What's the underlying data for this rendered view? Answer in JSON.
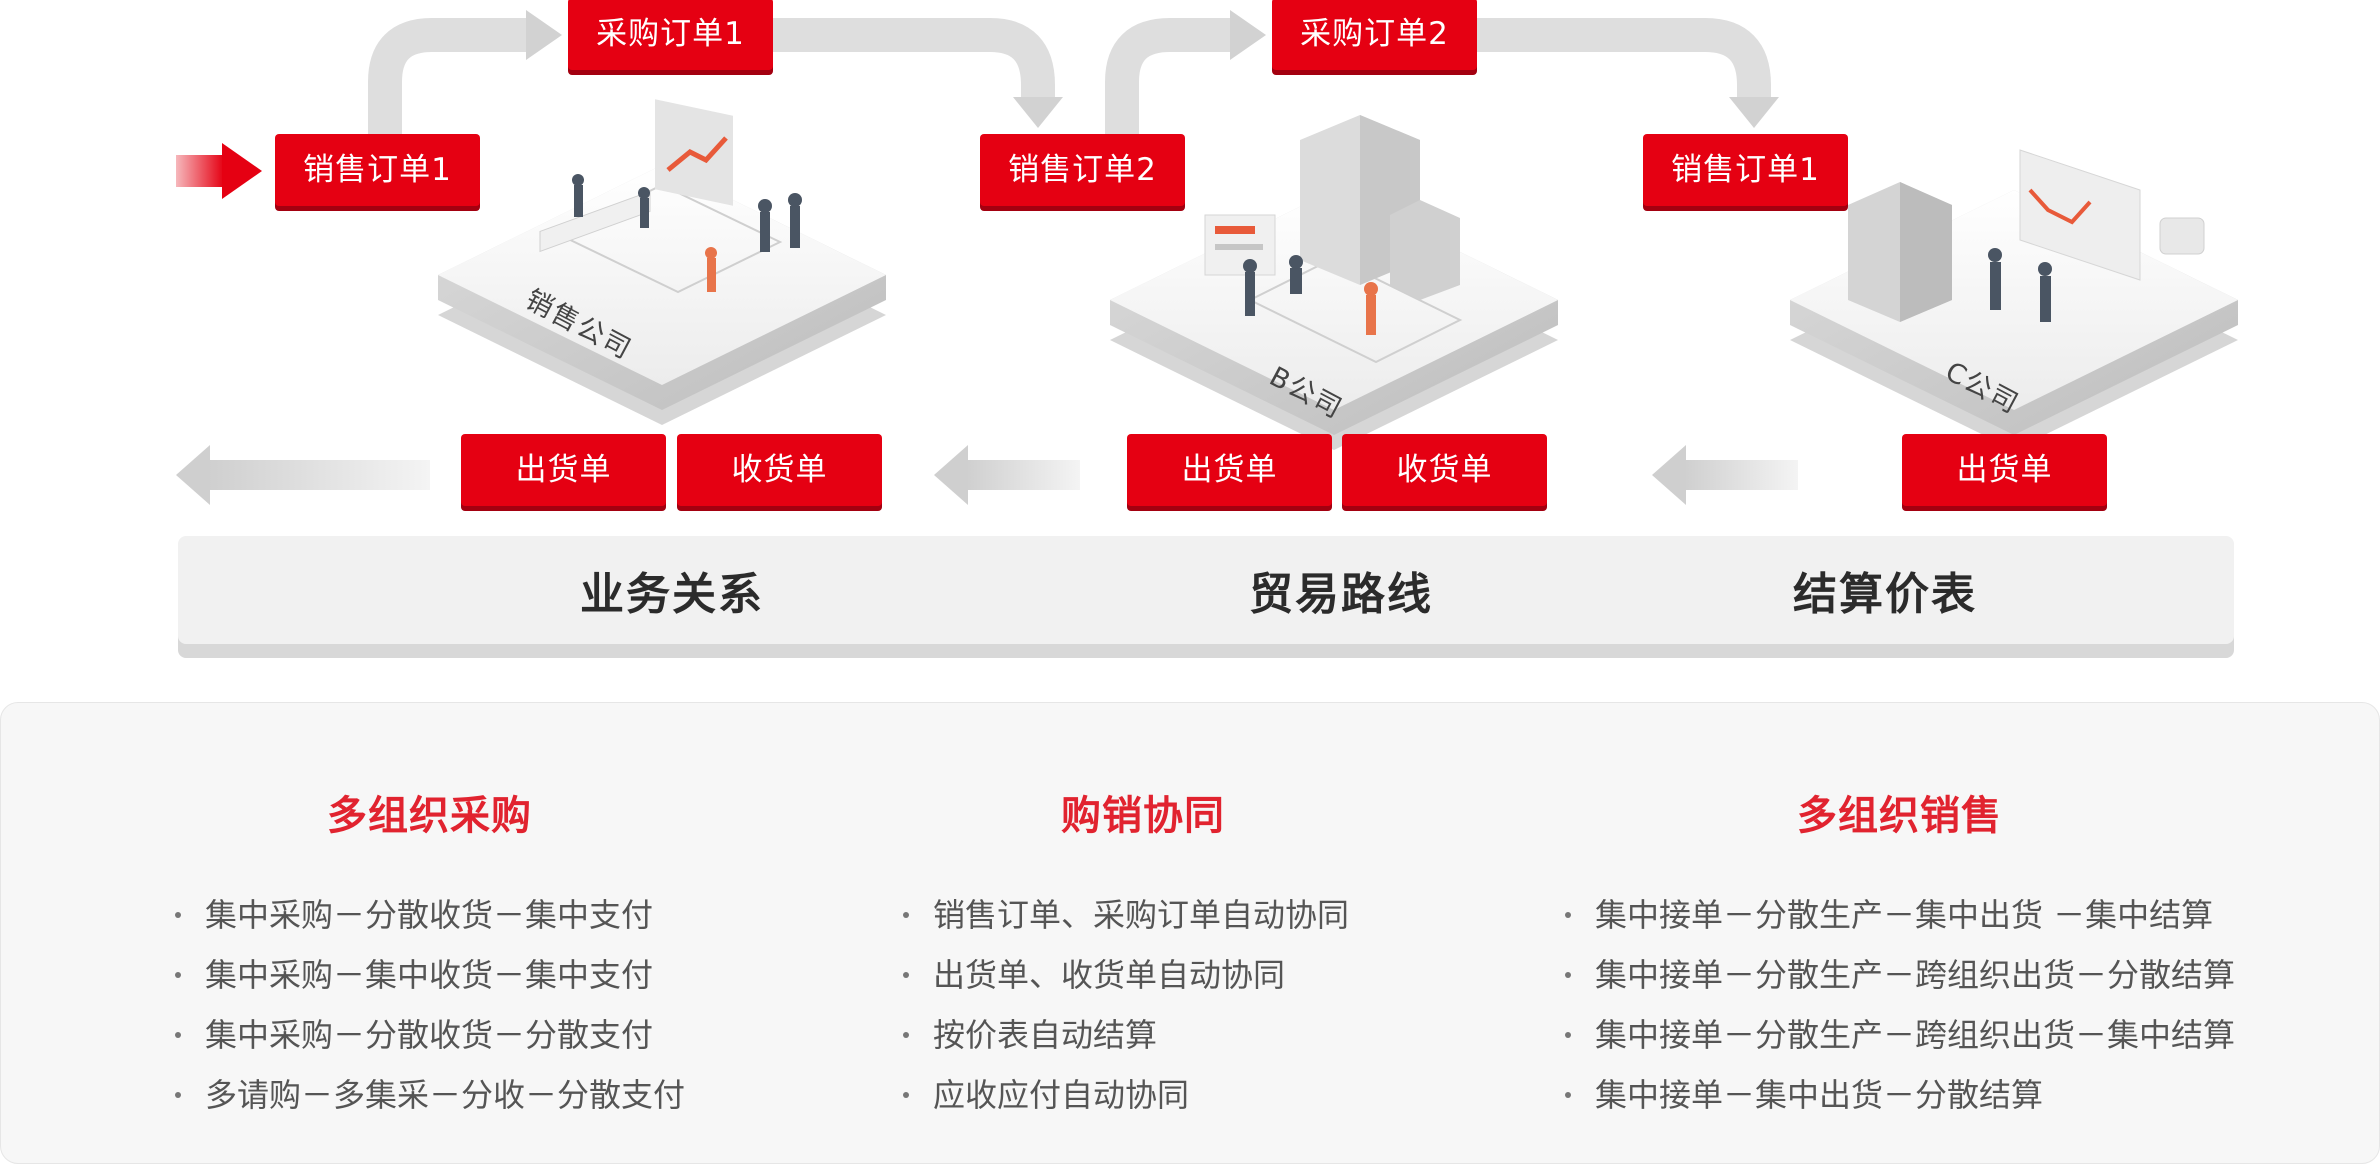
{
  "diagram": {
    "companies": [
      "销售公司",
      "B公司",
      "C公司"
    ],
    "top_tags": [
      "采购订单1",
      "采购订单2"
    ],
    "mid_tags": [
      "销售订单1",
      "销售订单2",
      "销售订单1"
    ],
    "bottom_tags": [
      "出货单",
      "收货单",
      "出货单",
      "收货单",
      "出货单"
    ],
    "categories": [
      "业务关系",
      "贸易路线",
      "结算价表"
    ],
    "colors": {
      "accent": "#e50012",
      "accent_dark": "#a30010",
      "title_red": "#e1232f"
    }
  },
  "features": [
    {
      "title": "多组织采购",
      "items": [
        "集中采购－分散收货－集中支付",
        "集中采购－集中收货－集中支付",
        "集中采购－分散收货－分散支付",
        "多请购－多集采－分收－分散支付"
      ]
    },
    {
      "title": "购销协同",
      "items": [
        "销售订单、采购订单自动协同",
        "出货单、收货单自动协同",
        "按价表自动结算",
        "应收应付自动协同"
      ]
    },
    {
      "title": "多组织销售",
      "items": [
        "集中接单－分散生产－集中出货 －集中结算",
        "集中接单－分散生产－跨组织出货－分散结算",
        "集中接单－分散生产－跨组织出货－集中结算",
        "集中接单－集中出货－分散结算"
      ]
    }
  ]
}
